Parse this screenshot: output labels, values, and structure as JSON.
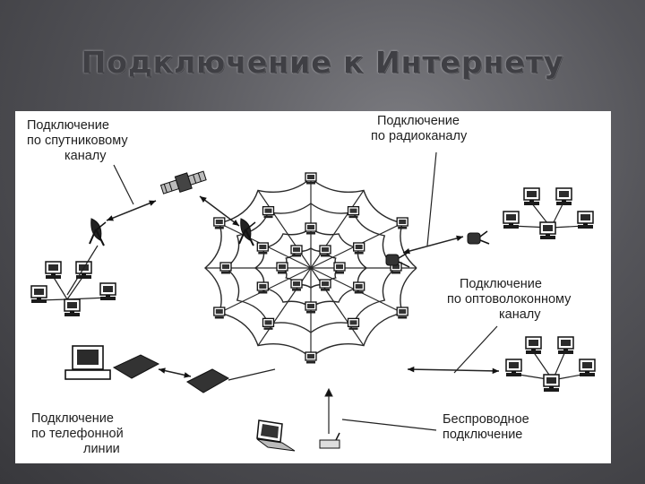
{
  "slide": {
    "title": "Подключение к Интернету"
  },
  "diagram": {
    "labels": {
      "satellite": [
        "Подключение",
        "по  спутниковому",
        "каналу"
      ],
      "radio": [
        "Подключение",
        "по  радиоканалу"
      ],
      "fiber": [
        "Подключение",
        "по  оптоволоконному",
        "каналу"
      ],
      "phone": [
        "Подключение",
        "по  телефонной",
        "линии"
      ],
      "wireless": [
        "Беспроводное",
        "подключение"
      ]
    },
    "icons": [
      "satellite-icon",
      "satellite-dish-icon",
      "computer-icon",
      "modem-icon",
      "laptop-icon",
      "radio-antenna-icon",
      "web-network-icon"
    ]
  }
}
